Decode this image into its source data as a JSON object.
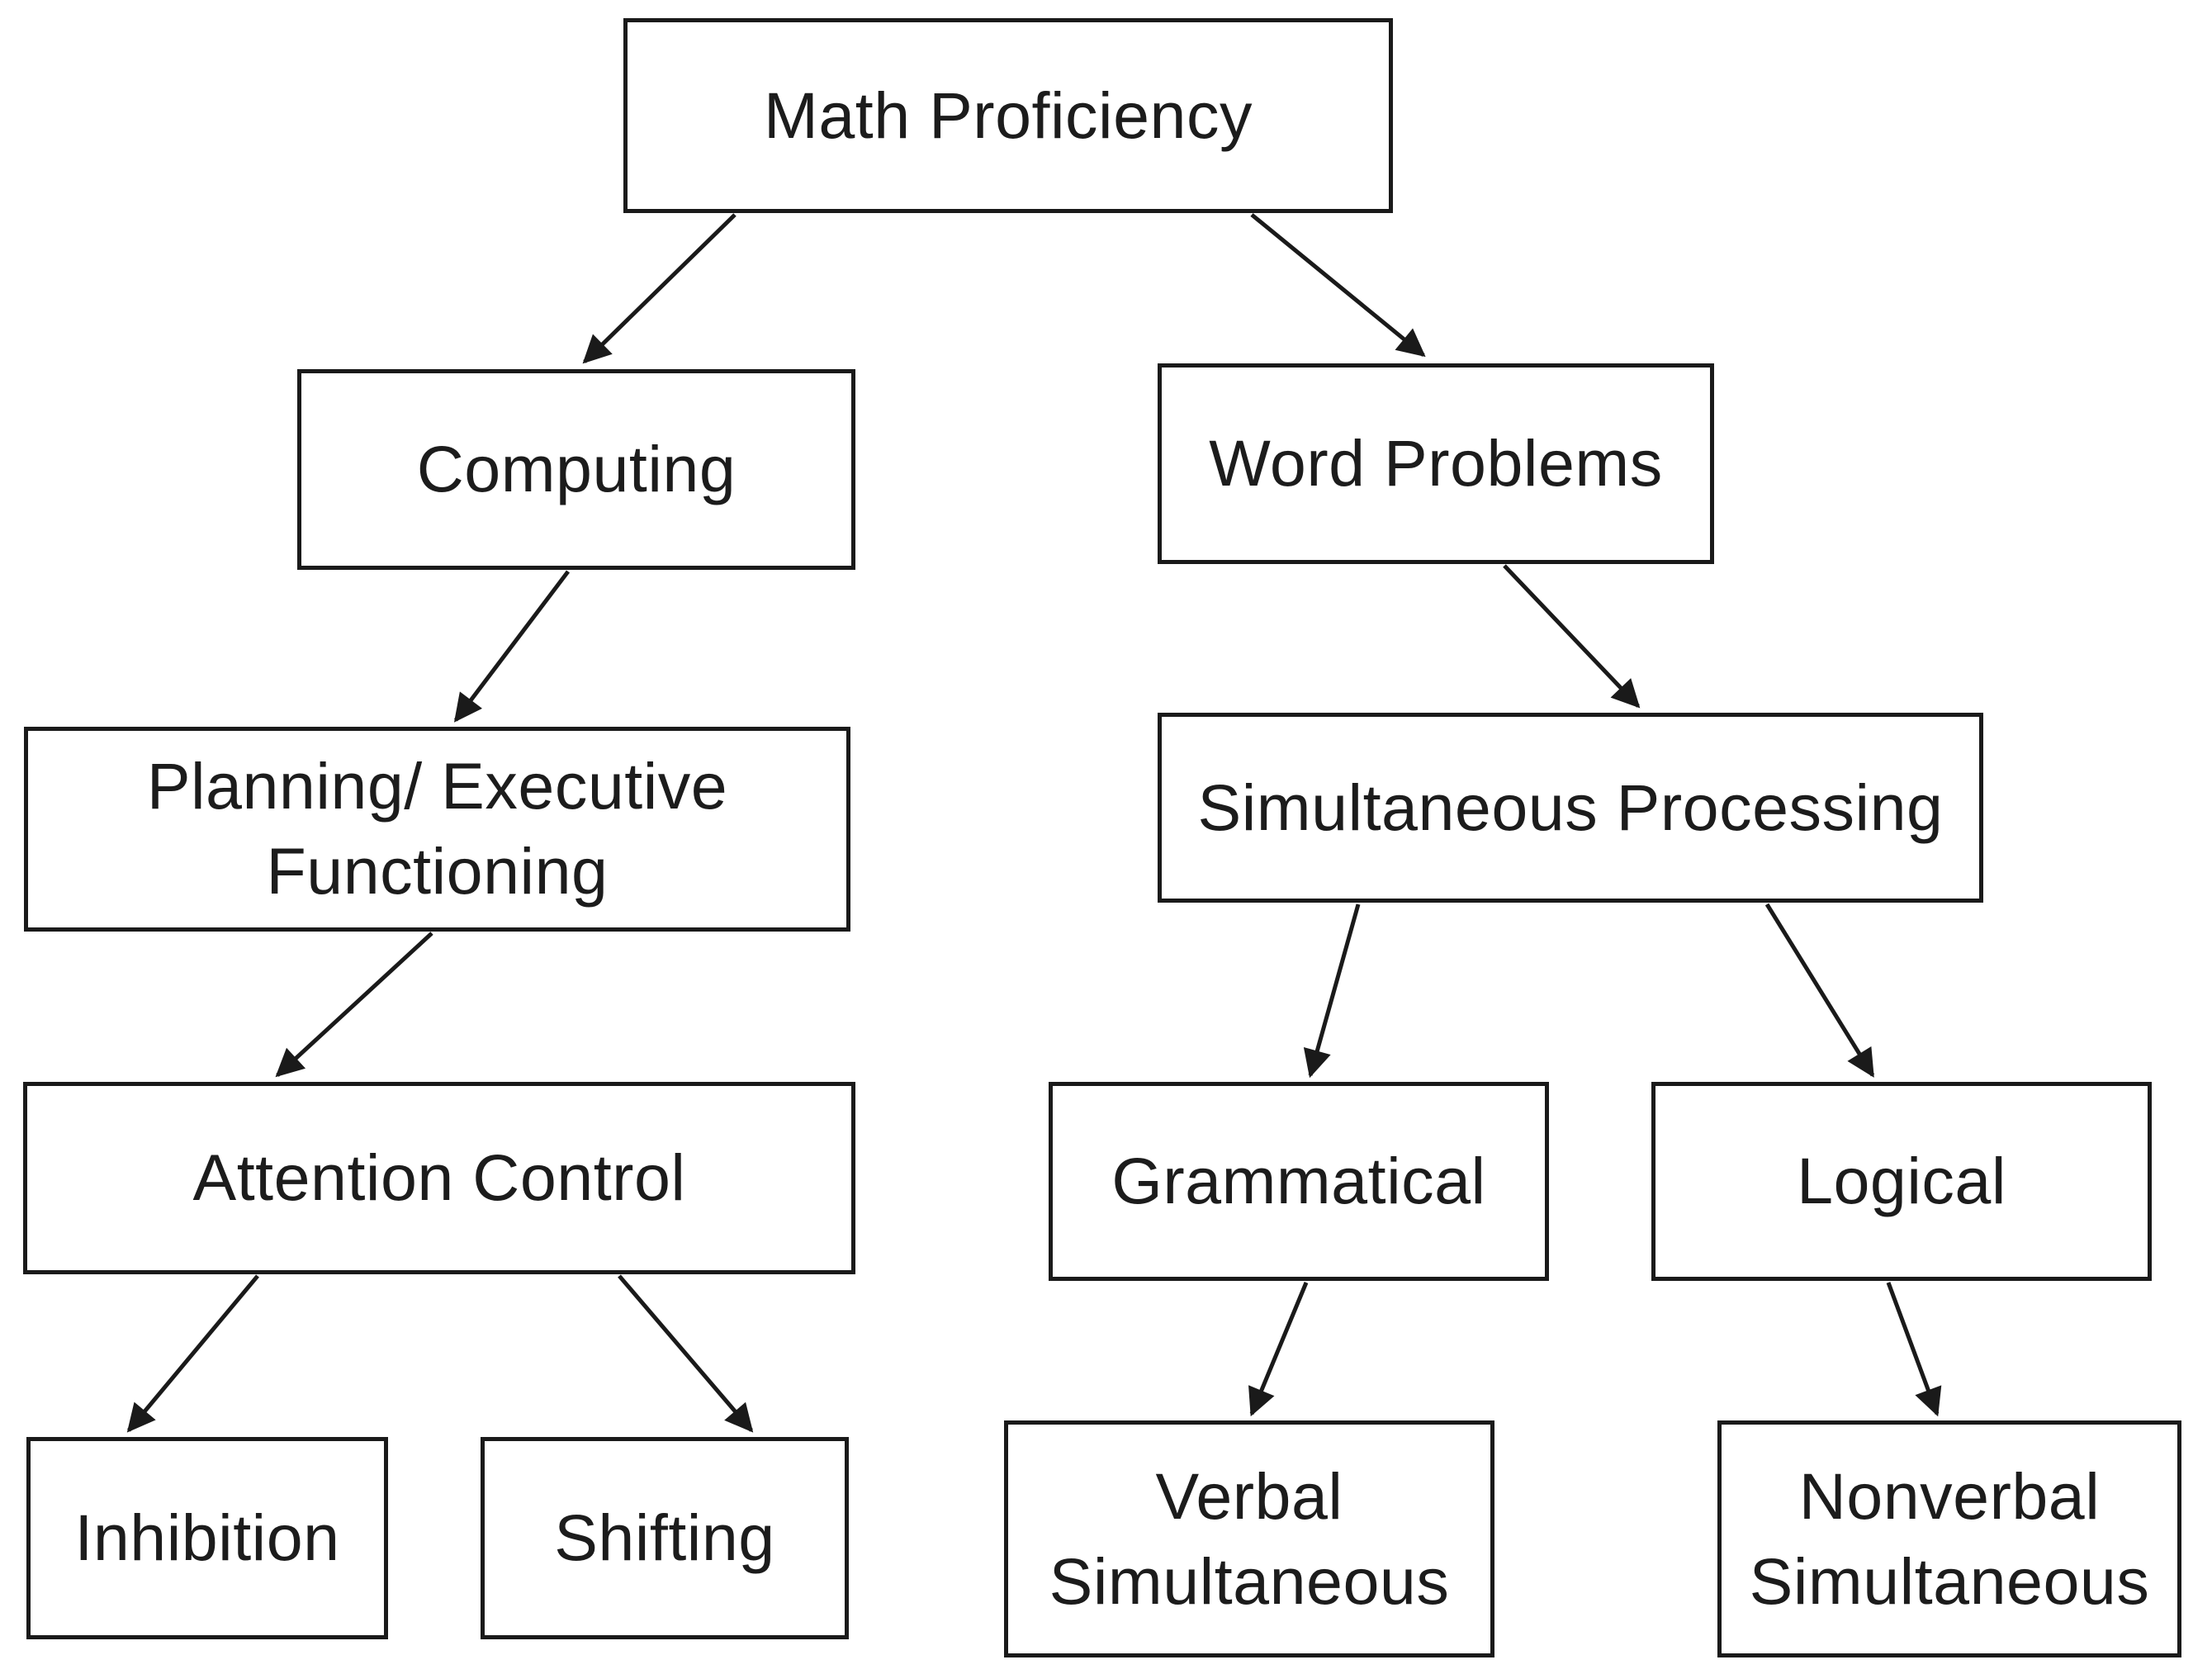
{
  "diagram": {
    "background_color": "#ffffff",
    "box_fill_color": "#ffffff",
    "box_border_color": "#1a1a1a",
    "text_color": "#1c1c1c",
    "arrow_color": "#1a1a1a"
  },
  "nodes": {
    "math_proficiency": {
      "label": "Math Proficiency"
    },
    "computing": {
      "label": "Computing"
    },
    "word_problems": {
      "label": "Word Problems"
    },
    "planning_executive_functioning": {
      "label": "Planning/ Executive Functioning"
    },
    "simultaneous_processing": {
      "label": "Simultaneous Processing"
    },
    "attention_control": {
      "label": "Attention Control"
    },
    "grammatical": {
      "label": "Grammatical"
    },
    "logical": {
      "label": "Logical"
    },
    "inhibition": {
      "label": "Inhibition"
    },
    "shifting": {
      "label": "Shifting"
    },
    "verbal_simultaneous": {
      "label": "Verbal Simultaneous"
    },
    "nonverbal_simultaneous": {
      "label": "Nonverbal Simultaneous"
    }
  },
  "edges": [
    {
      "from": "math_proficiency",
      "to": "computing"
    },
    {
      "from": "math_proficiency",
      "to": "word_problems"
    },
    {
      "from": "computing",
      "to": "planning_executive_functioning"
    },
    {
      "from": "word_problems",
      "to": "simultaneous_processing"
    },
    {
      "from": "planning_executive_functioning",
      "to": "attention_control"
    },
    {
      "from": "simultaneous_processing",
      "to": "grammatical"
    },
    {
      "from": "simultaneous_processing",
      "to": "logical"
    },
    {
      "from": "attention_control",
      "to": "inhibition"
    },
    {
      "from": "attention_control",
      "to": "shifting"
    },
    {
      "from": "grammatical",
      "to": "verbal_simultaneous"
    },
    {
      "from": "logical",
      "to": "nonverbal_simultaneous"
    }
  ]
}
